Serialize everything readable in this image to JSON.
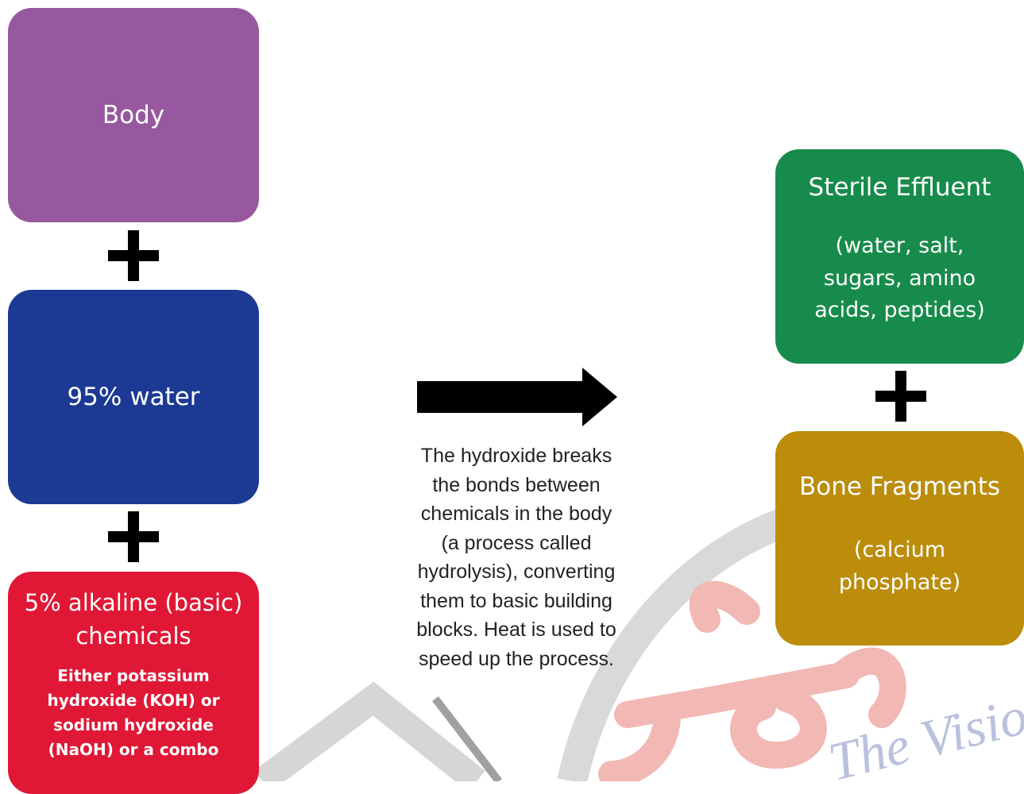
{
  "left_column": {
    "body": {
      "title": "Body"
    },
    "water": {
      "title": "95% water"
    },
    "alkaline": {
      "title": "5% alkaline (basic)\nchemicals",
      "detail": "Either potassium\nhydroxide (KOH) or\nsodium hydroxide\n(NaOH) or a combo"
    }
  },
  "process": {
    "description": "The hydroxide breaks\nthe bonds between\nchemicals in the body\n(a process called\nhydrolysis), converting\nthem to basic building\nblocks. Heat is used to\nspeed up the process."
  },
  "right_column": {
    "effluent": {
      "title": "Sterile Effluent",
      "detail": "(water, salt,\nsugars, amino\nacids, peptides)"
    },
    "bone": {
      "title": "Bone Fragments",
      "detail": "(calcium\nphosphate)"
    }
  },
  "watermark": {
    "text": "The Vision"
  },
  "colors": {
    "body": "#97589f",
    "water": "#1c3a94",
    "alkaline": "#e01836",
    "effluent": "#178b4b",
    "bone": "#bb8d0b"
  },
  "icons": {
    "plus": "plus-icon",
    "arrow": "right-arrow-icon"
  }
}
